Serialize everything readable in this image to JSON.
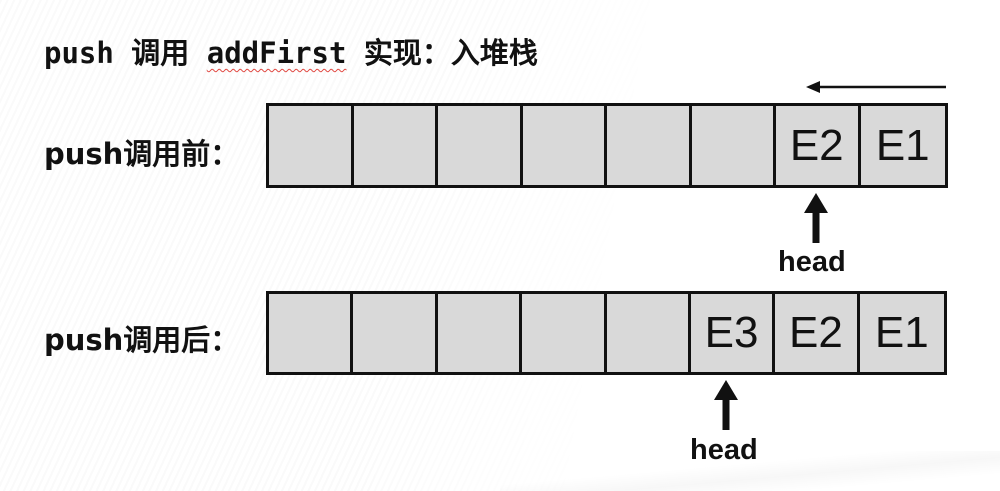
{
  "slide": {
    "title_parts": {
      "part1": "push 调用 ",
      "part2": "addFirst",
      "part3": " 实现：入堆栈"
    },
    "direction_arrow": "left-arrow",
    "before": {
      "label": "push调用前：",
      "cells": [
        "",
        "",
        "",
        "",
        "",
        "",
        "E2",
        "E1"
      ],
      "head_index": 6,
      "head_label": "head"
    },
    "after": {
      "label": "push调用后：",
      "cells": [
        "",
        "",
        "",
        "",
        "",
        "E3",
        "E2",
        "E1"
      ],
      "head_index": 5,
      "head_label": "head"
    },
    "colors": {
      "cell_fill": "#d9d9d9",
      "border": "#111111",
      "spellcheck_underline": "#e0463f"
    }
  }
}
